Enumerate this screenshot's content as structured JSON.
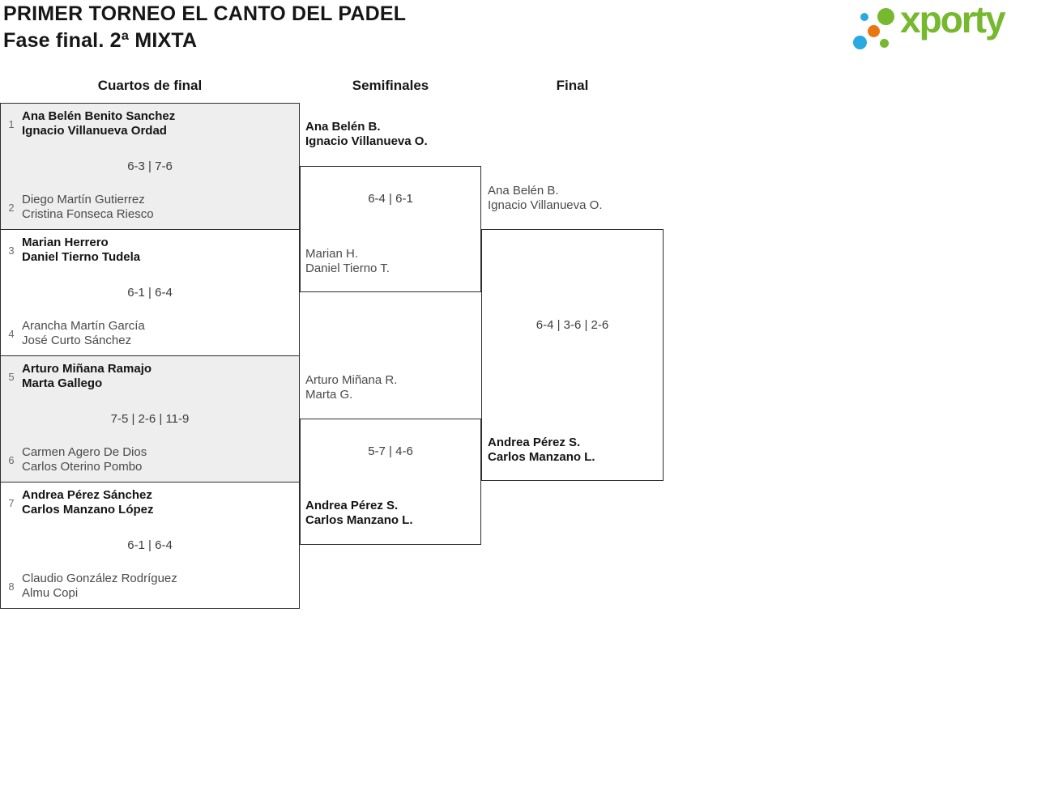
{
  "header": {
    "title_line1": "PRIMER TORNEO EL CANTO DEL PADEL",
    "title_line2": "Fase final. 2ª MIXTA"
  },
  "logo": {
    "text": "xporty"
  },
  "columns": {
    "quarterfinals": "Cuartos de final",
    "semifinals": "Semifinales",
    "final": "Final"
  },
  "colors": {
    "logo_green": "#76b82e",
    "logo_blue": "#29a9e1",
    "logo_orange": "#e97711",
    "shaded_match": "#eeeeee",
    "border": "#2d2d2d",
    "winner_text": "#141414",
    "loser_text": "#4a4a4a"
  },
  "bracket": {
    "quarterfinals": [
      {
        "seed_top": "1",
        "team_top": [
          "Ana Belén Benito Sanchez",
          "Ignacio Villanueva Ordad"
        ],
        "top_winner": true,
        "score": "6-3 | 7-6",
        "seed_bottom": "2",
        "team_bottom": [
          "Diego Martín Gutierrez",
          "Cristina Fonseca Riesco"
        ],
        "bottom_winner": false
      },
      {
        "seed_top": "3",
        "team_top": [
          "Marian Herrero",
          "Daniel Tierno Tudela"
        ],
        "top_winner": true,
        "score": "6-1 | 6-4",
        "seed_bottom": "4",
        "team_bottom": [
          "Arancha Martín García",
          "José Curto Sánchez"
        ],
        "bottom_winner": false
      },
      {
        "seed_top": "5",
        "team_top": [
          "Arturo Miñana Ramajo",
          "Marta Gallego"
        ],
        "top_winner": true,
        "score": "7-5 | 2-6 | 11-9",
        "seed_bottom": "6",
        "team_bottom": [
          "Carmen Agero De Dios",
          "Carlos Oterino Pombo"
        ],
        "bottom_winner": false
      },
      {
        "seed_top": "7",
        "team_top": [
          "Andrea Pérez Sánchez",
          "Carlos Manzano López"
        ],
        "top_winner": true,
        "score": "6-1 | 6-4",
        "seed_bottom": "8",
        "team_bottom": [
          "Claudio González Rodríguez",
          "Almu Copi"
        ],
        "bottom_winner": false
      }
    ],
    "semifinals": [
      {
        "team_top": [
          "Ana Belén B.",
          "Ignacio Villanueva O."
        ],
        "top_winner": true,
        "score": "6-4 | 6-1",
        "team_bottom": [
          "Marian H.",
          "Daniel Tierno T."
        ],
        "bottom_winner": false
      },
      {
        "team_top": [
          "Arturo Miñana R.",
          "Marta G."
        ],
        "top_winner": false,
        "score": "5-7 | 4-6",
        "team_bottom": [
          "Andrea Pérez S.",
          "Carlos Manzano L."
        ],
        "bottom_winner": true
      }
    ],
    "final": {
      "team_top": [
        "Ana Belén B.",
        "Ignacio Villanueva O."
      ],
      "top_winner": false,
      "score": "6-4 | 3-6 | 2-6",
      "team_bottom": [
        "Andrea Pérez S.",
        "Carlos Manzano L."
      ],
      "bottom_winner": true
    }
  }
}
